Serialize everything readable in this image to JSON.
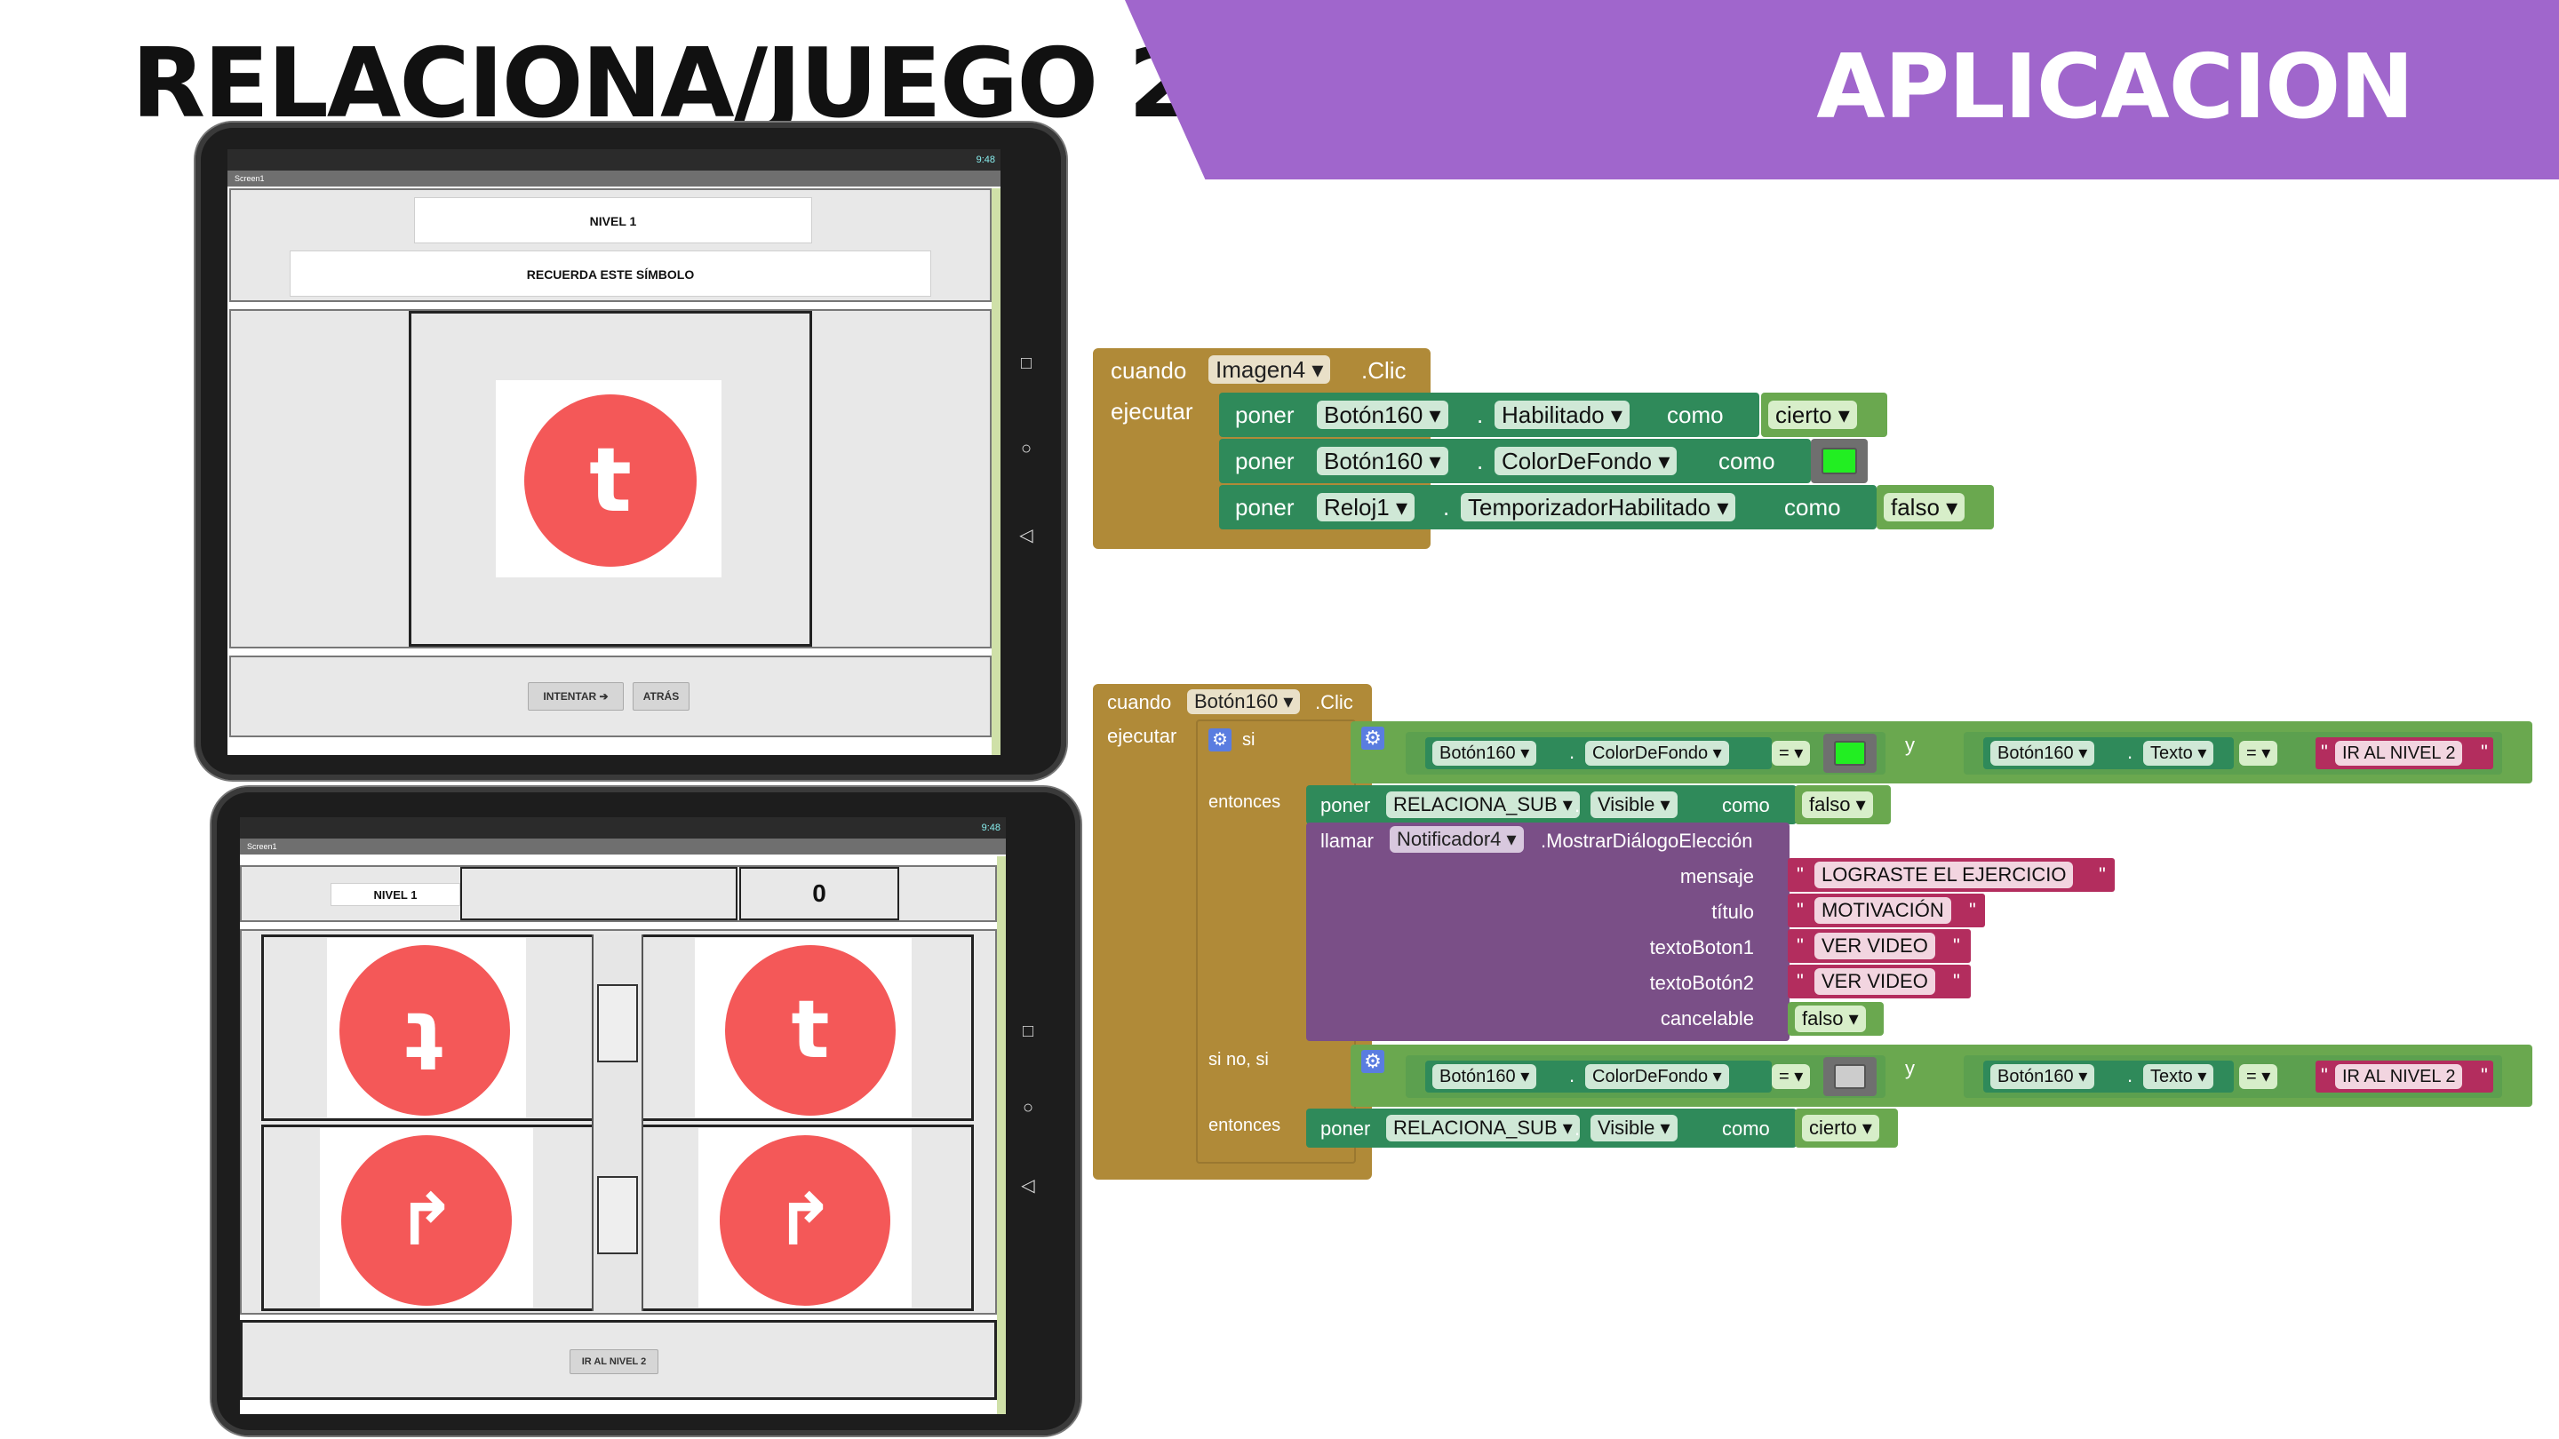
{
  "slide": {
    "title": "RELACIONA/JUEGO 2",
    "banner": "APLICACION",
    "banner_color": "#a066cc"
  },
  "tablet1": {
    "status_time": "9:48",
    "screen_name": "Screen1",
    "level_label": "NIVEL 1",
    "instruction": "RECUERDA ESTE SÍMBOLO",
    "symbol": "t",
    "try_button": "INTENTAR ➔",
    "back_button": "ATRÁS"
  },
  "tablet2": {
    "status_time": "9:48",
    "screen_name": "Screen1",
    "level_label": "NIVEL 1",
    "score": "0",
    "symbols": [
      "ʇ",
      "t",
      "↱",
      "↱"
    ],
    "next_level_button": "IR AL NIVEL 2"
  },
  "block1": {
    "when": "cuando",
    "component": "Imagen4",
    "event": ".Clic",
    "do": "ejecutar",
    "rows": [
      {
        "set": "poner",
        "comp": "Botón160",
        "prop": "Habilitado",
        "to": "como",
        "value": "cierto"
      },
      {
        "set": "poner",
        "comp": "Botón160",
        "prop": "ColorDeFondo",
        "to": "como",
        "value": ""
      },
      {
        "set": "poner",
        "comp": "Reloj1",
        "prop": "TemporizadorHabilitado",
        "to": "como",
        "value": "falso"
      }
    ],
    "color_value": "#22ee22"
  },
  "block2": {
    "when": "cuando",
    "component": "Botón160",
    "event": ".Clic",
    "do": "ejecutar",
    "if": "si",
    "then": "entonces",
    "else_if": "si no, si",
    "and": "y",
    "eq": "=",
    "cond_comp": "Botón160",
    "cond_prop": "ColorDeFondo",
    "text_comp": "Botón160",
    "text_prop": "Texto",
    "text_value": "IR AL NIVEL 2",
    "quote_open": "\"",
    "quote_close": "\"",
    "set1": {
      "set": "poner",
      "comp": "RELACIONA_SUB",
      "prop": "Visible",
      "to": "como",
      "value": "falso"
    },
    "call": {
      "call": "llamar",
      "comp": "Notificador4",
      "method": ".MostrarDiálogoElección",
      "params": [
        {
          "name": "mensaje",
          "value": "LOGRASTE EL EJERCICIO"
        },
        {
          "name": "título",
          "value": "MOTIVACIÓN"
        },
        {
          "name": "textoBoton1",
          "value": "VER VIDEO"
        },
        {
          "name": "textoBotón2",
          "value": "VER VIDEO"
        },
        {
          "name": "cancelable",
          "value": "falso"
        }
      ]
    },
    "set2": {
      "set": "poner",
      "comp": "RELACIONA_SUB",
      "prop": "Visible",
      "to": "como",
      "value": "cierto"
    },
    "color_green": "#22ee22",
    "color_gray": "#cccccc"
  }
}
